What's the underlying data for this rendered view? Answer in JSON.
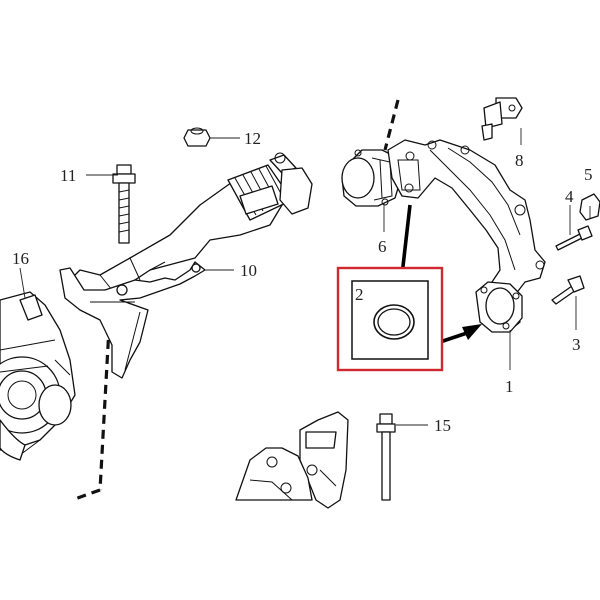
{
  "callouts": {
    "c1": "1",
    "c2": "2",
    "c3": "3",
    "c4": "4",
    "c5": "5",
    "c6": "6",
    "c8": "8",
    "c10": "10",
    "c11": "11",
    "c12": "12",
    "c15": "15",
    "c16": "16"
  },
  "highlight": {
    "part_number": "2",
    "border_color": "#d0282e"
  }
}
